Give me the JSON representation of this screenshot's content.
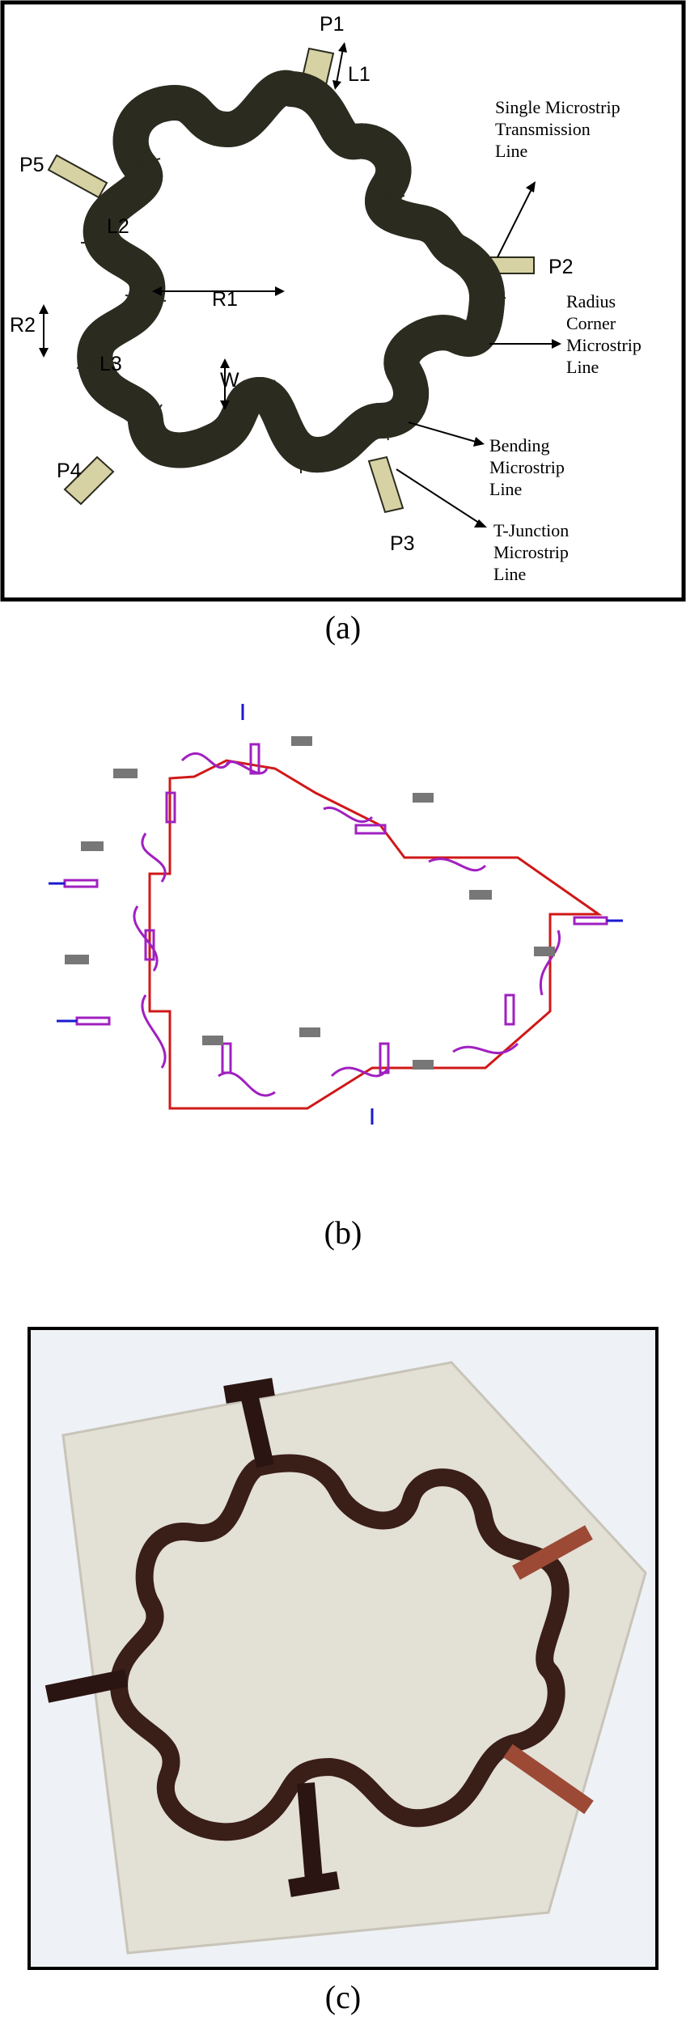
{
  "figure": {
    "captions": {
      "a": "(a)",
      "b": "(b)",
      "c": "(c)"
    }
  },
  "panel_a": {
    "ports": [
      "P1",
      "P2",
      "P3",
      "P4",
      "P5"
    ],
    "dimensions": [
      "L1",
      "L2",
      "L3",
      "R1",
      "R2",
      "W"
    ],
    "annotations": {
      "single_line1": "Single Microstrip",
      "single_line2": "Transmission",
      "single_line3": "Line",
      "radius_line1": "Radius",
      "radius_line2": "Corner",
      "radius_line3": "Microstrip",
      "radius_line4": "Line",
      "bending_line1": "Bending",
      "bending_line2": "Microstrip",
      "bending_line3": "Line",
      "tjunc_line1": "T-Junction",
      "tjunc_line2": "Microstrip",
      "tjunc_line3": "Line"
    },
    "colors": {
      "trace": "#d6d2a3",
      "outline": "#2b2b20",
      "frame": "#000000"
    }
  },
  "panel_b": {
    "colors": {
      "component": "#a020c0",
      "wire": "#d01818",
      "port": "#1a1ad0"
    }
  },
  "panel_c": {
    "colors": {
      "substrate": "#e3e0d6",
      "copper_dark": "#2a1512",
      "copper_light": "#9c4a36",
      "background": "#eef1f5"
    }
  }
}
